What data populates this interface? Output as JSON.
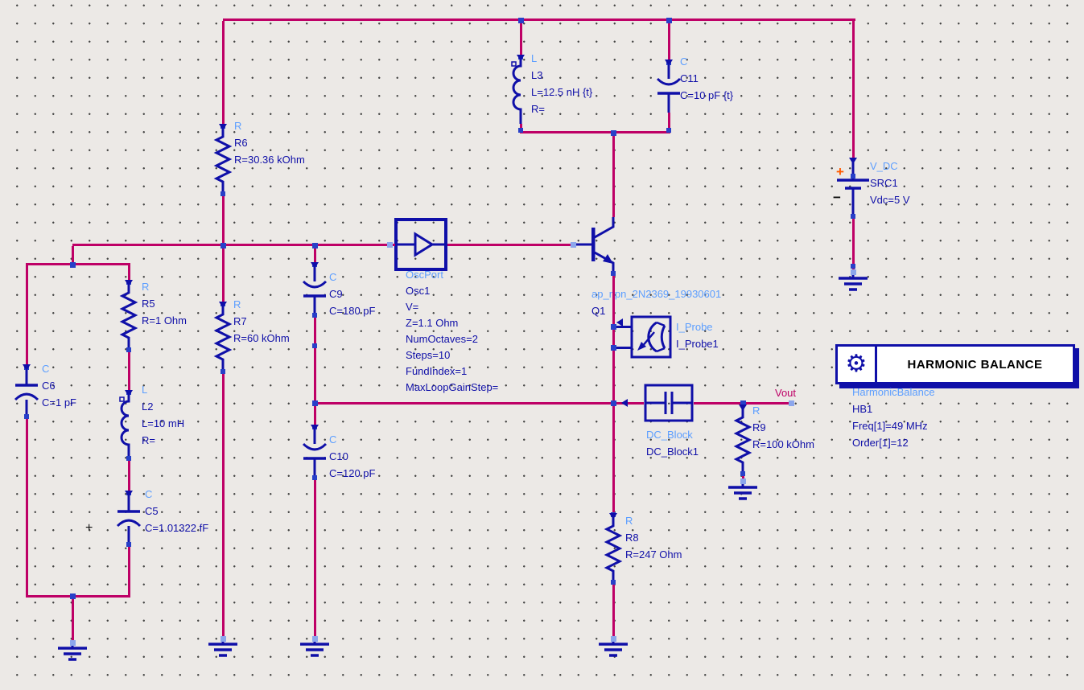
{
  "colors": {
    "wire": "#be0066",
    "component": "#0f0fa8",
    "type_label": "#5c9eff",
    "net_label": "#be0066",
    "plus": "#ff5a00",
    "background": "#ece9e6",
    "junction": "#2840c8"
  },
  "components": {
    "L3": {
      "type": "L",
      "name": "L3",
      "line1": "L=12.5 nH {t}",
      "line2": "R="
    },
    "C11": {
      "type": "C",
      "name": "C11",
      "line1": "C=10 pF {t}"
    },
    "R6": {
      "type": "R",
      "name": "R6",
      "line1": "R=30.36 kOhm"
    },
    "VDC": {
      "type": "V_DC",
      "name": "SRC1",
      "line1": "Vdc=5 V",
      "plus": "+",
      "minus": "−"
    },
    "OSC": {
      "type": "OscPort",
      "name": "Osc1",
      "p1": "V=",
      "p2": "Z=1.1 Ohm",
      "p3": "NumOctaves=2",
      "p4": "Steps=10",
      "p5": "FundIndex=1",
      "p6": "MaxLoopGainStep="
    },
    "Q1": {
      "type": "ap_npn_2N2369_19930601",
      "name": "Q1"
    },
    "IPROBE": {
      "type": "I_Probe",
      "name": "I_Probe1"
    },
    "R5": {
      "type": "R",
      "name": "R5",
      "line1": "R=1 Ohm"
    },
    "R7": {
      "type": "R",
      "name": "R7",
      "line1": "R=60 kOhm"
    },
    "C9": {
      "type": "C",
      "name": "C9",
      "line1": "C=180 pF"
    },
    "C6": {
      "type": "C",
      "name": "C6",
      "line1": "C=1 pF"
    },
    "L2": {
      "type": "L",
      "name": "L2",
      "line1": "L=10 mH",
      "line2": "R="
    },
    "C5": {
      "type": "C",
      "name": "C5",
      "line1": "C=1.01322 fF",
      "polarity": "+"
    },
    "C10": {
      "type": "C",
      "name": "C10",
      "line1": "C=120 pF"
    },
    "DCB": {
      "type": "DC_Block",
      "name": "DC_Block1"
    },
    "R9": {
      "type": "R",
      "name": "R9",
      "line1": "R=100 kOhm"
    },
    "R8": {
      "type": "R",
      "name": "R8",
      "line1": "R=247 Ohm"
    },
    "HB": {
      "title": "HARMONIC BALANCE",
      "icon": "⚙",
      "type": "HarmonicBalance",
      "name": "HB1",
      "p1": "Freq[1]=49 MHz",
      "p2": "Order[1]=12"
    }
  },
  "nets": {
    "vout": "Vout"
  }
}
